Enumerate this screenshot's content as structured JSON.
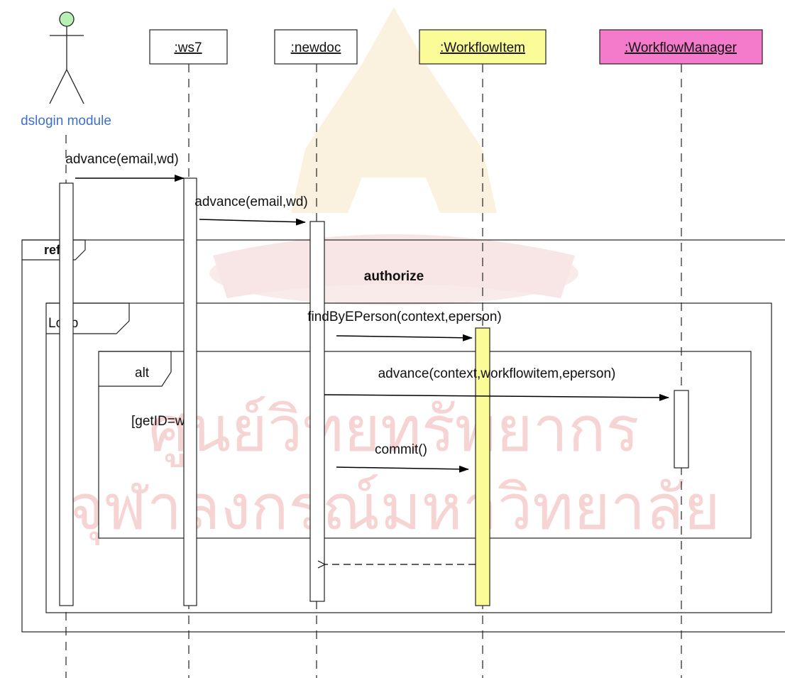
{
  "actor": {
    "name": "dslogin module"
  },
  "lifelines": [
    {
      "label": ":ws7",
      "fill": "#ffffff"
    },
    {
      "label": ":newdoc",
      "fill": "#ffffff"
    },
    {
      "label": ":WorkflowItem",
      "fill": "#fbfb98"
    },
    {
      "label": ":WorkflowManager",
      "fill": "#f47bcb"
    }
  ],
  "messages": {
    "m1": "advance(email,wd)",
    "m2": "advance(email,wd)",
    "m3": "findByEPerson(context,eperson)",
    "m4": "advance(context,workflowitem,eperson)",
    "m5": "commit()"
  },
  "fragments": {
    "ref_tag": "ref",
    "ref_name": "authorize",
    "loop_tag": "Loop",
    "alt_tag": "alt",
    "alt_guard": "[getID=wd]"
  },
  "watermark": {
    "line1": "ศูนย์วิทยทรัพยากร",
    "line2": "จุฬาลงกรณ์มหาวิทยาลัย"
  },
  "colors": {
    "actor_head": "#b6f0b2",
    "actor_label": "#3f6fc8",
    "activation_yellow": "#fbfb98",
    "watermark": "#f6d4d4"
  }
}
